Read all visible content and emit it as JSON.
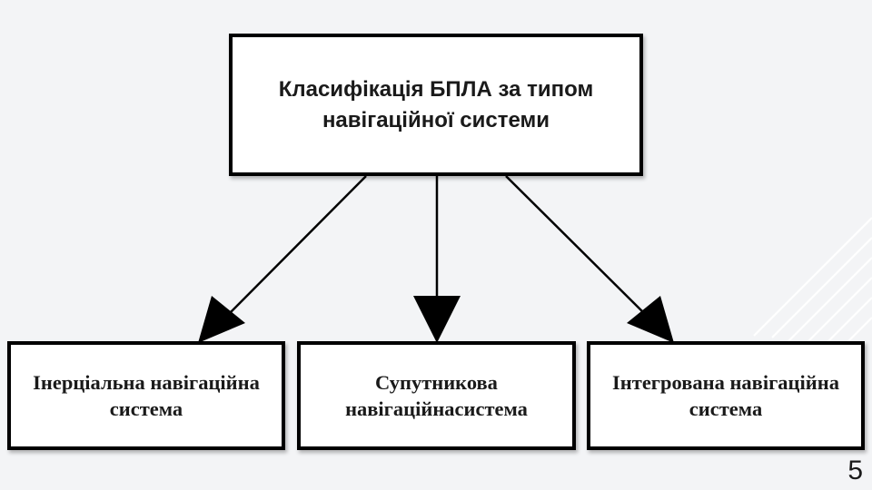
{
  "diagram": {
    "root": {
      "line1": "Класифікація БПЛА за типом",
      "line2": "навігаційної системи"
    },
    "children": [
      {
        "line1": "Інерціальна навігаційна",
        "line2": "система"
      },
      {
        "line1": "Супутникова",
        "line2": "навігаційнасистема"
      },
      {
        "line1": "Інтегрована навігаційна",
        "line2": "система"
      }
    ]
  },
  "slide": {
    "number": "5"
  },
  "colors": {
    "background": "#f3f4f6",
    "box_fill": "#ffffff",
    "border": "#000000",
    "decoration": "#ffffff"
  }
}
